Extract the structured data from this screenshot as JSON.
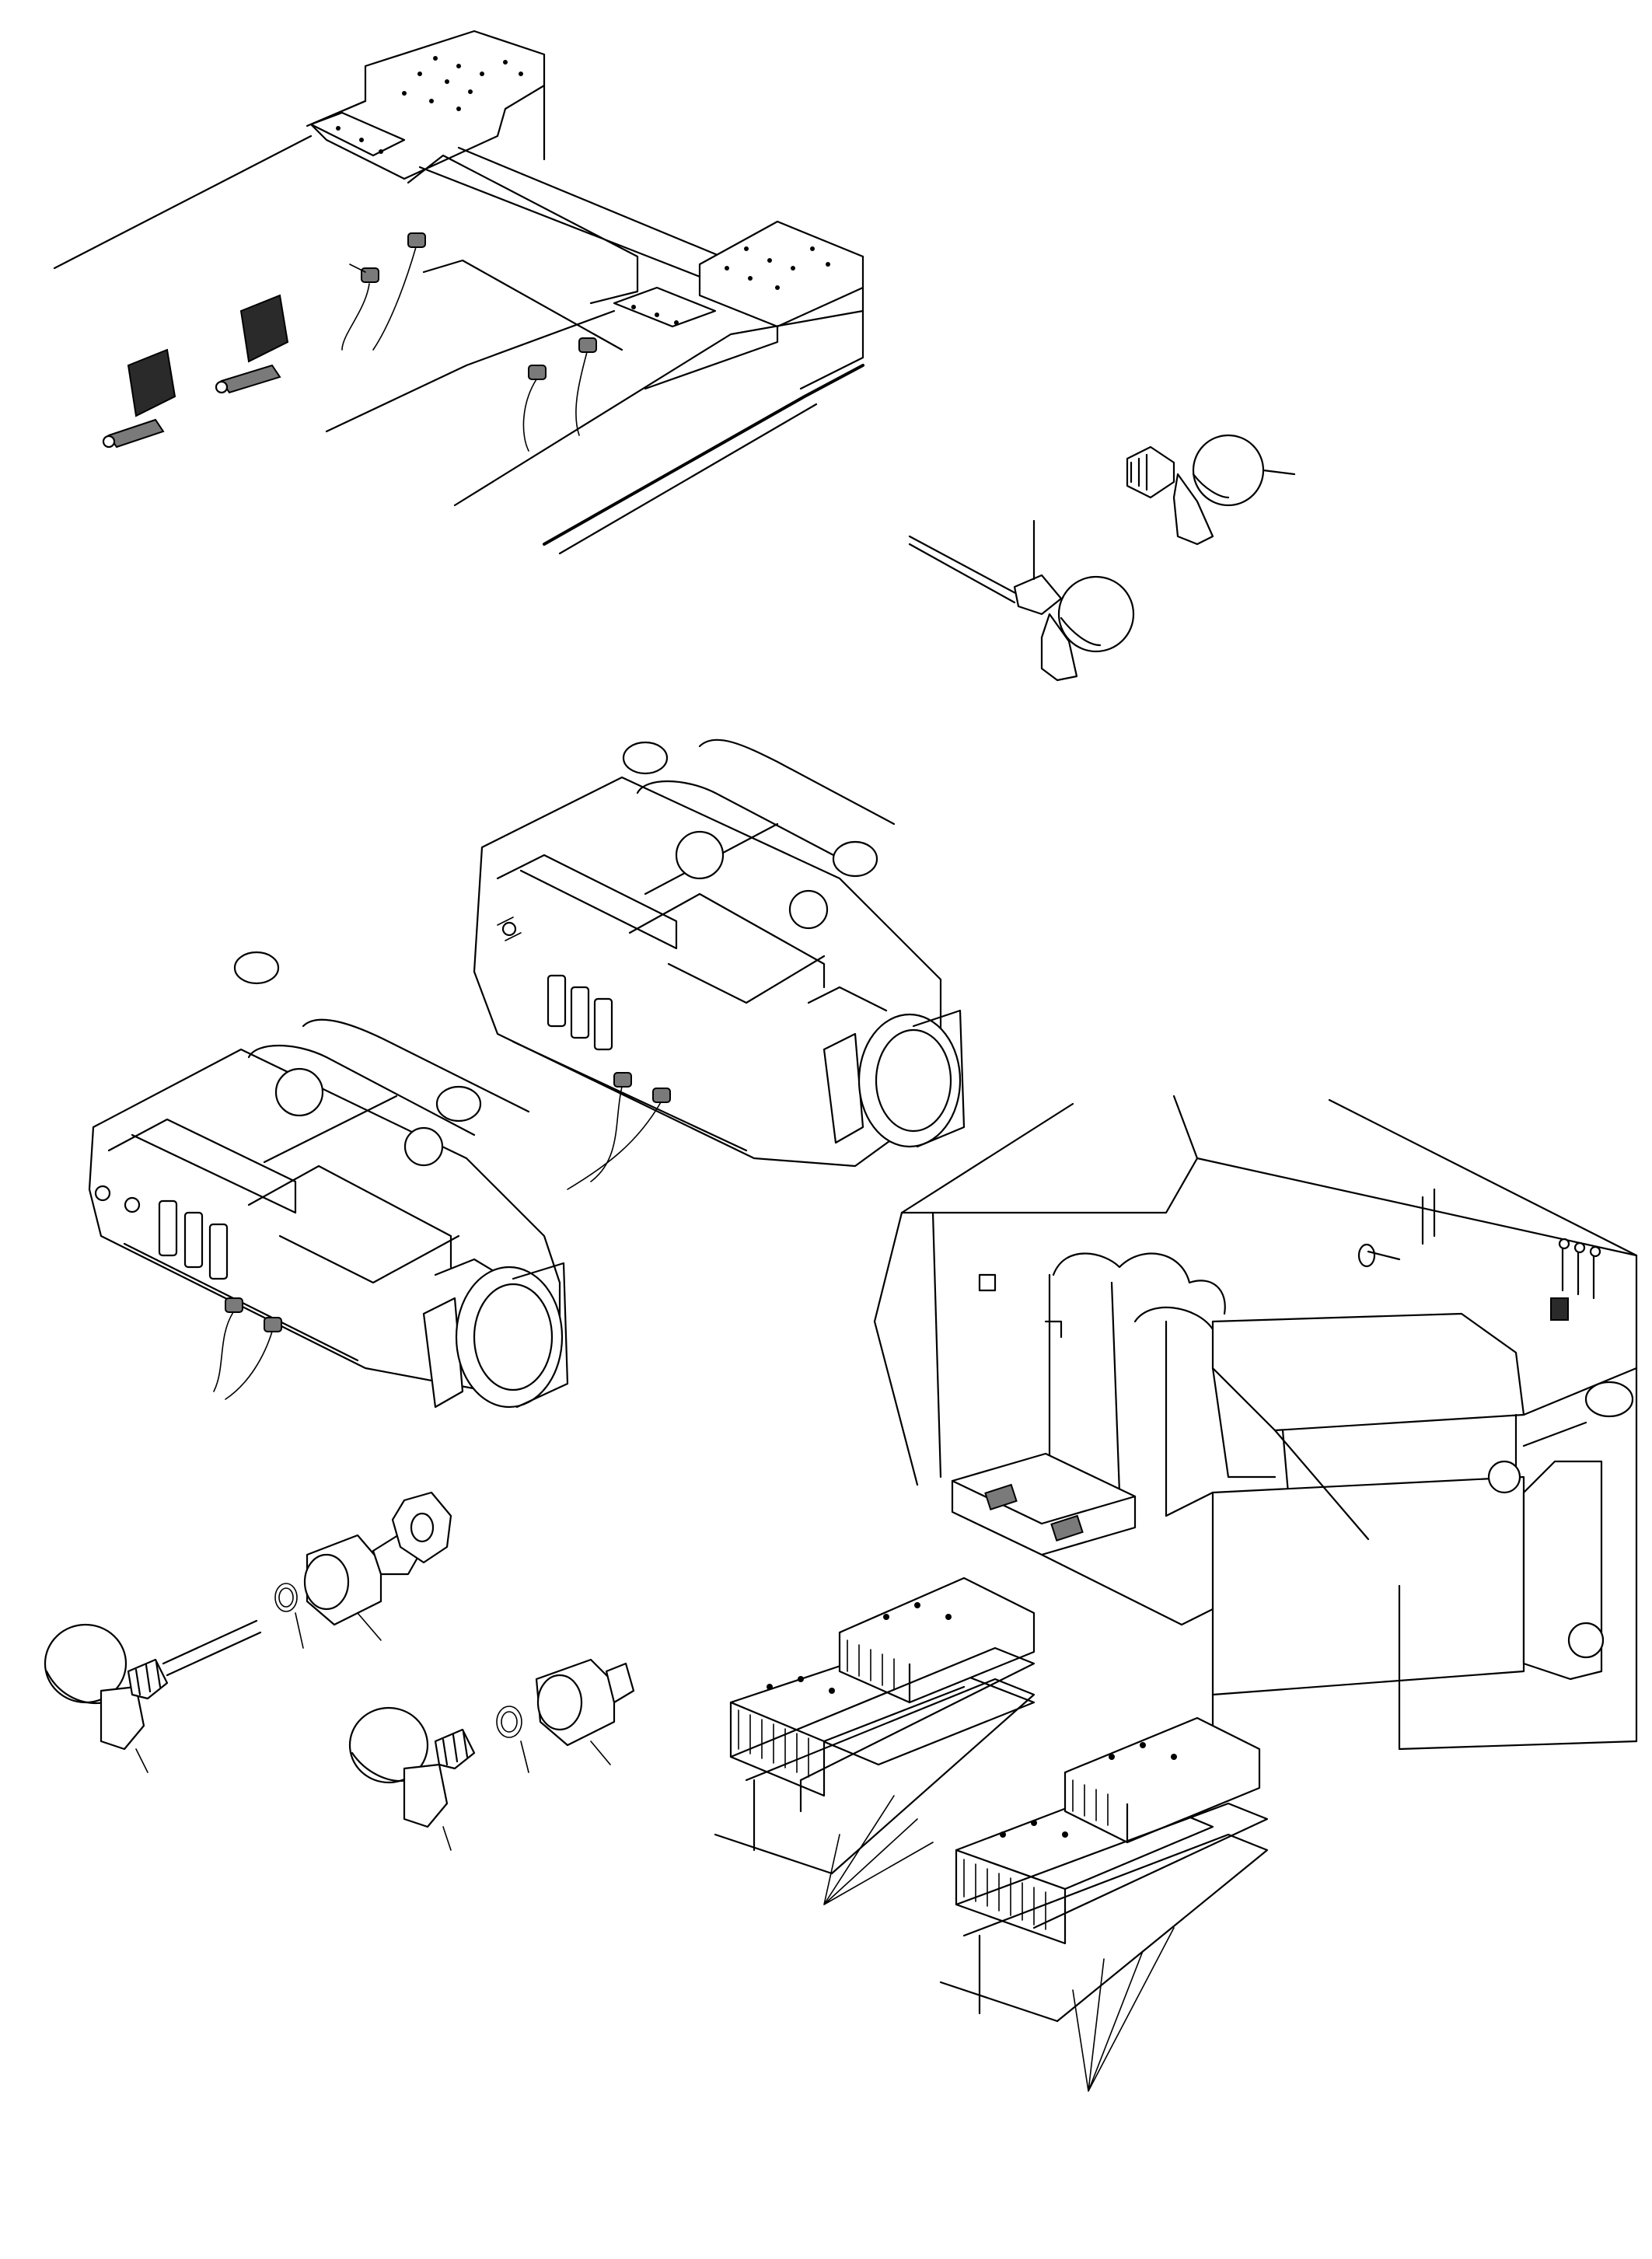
{
  "diagram": {
    "callouts": [],
    "components": [
      "frame",
      "frame-sensors",
      "sensor-detail-with-probe",
      "sensor-detail-elbow",
      "engine-rear",
      "engine-front",
      "engine-sensors",
      "sensor-exploded-long",
      "sensor-exploded-short",
      "machine-body",
      "battery-bank-upper",
      "battery-bank-lower"
    ],
    "colors": {
      "line": "#000000",
      "background": "#ffffff",
      "fill_dark": "#2a2a2a",
      "fill_mid": "#7a7a7a"
    }
  }
}
